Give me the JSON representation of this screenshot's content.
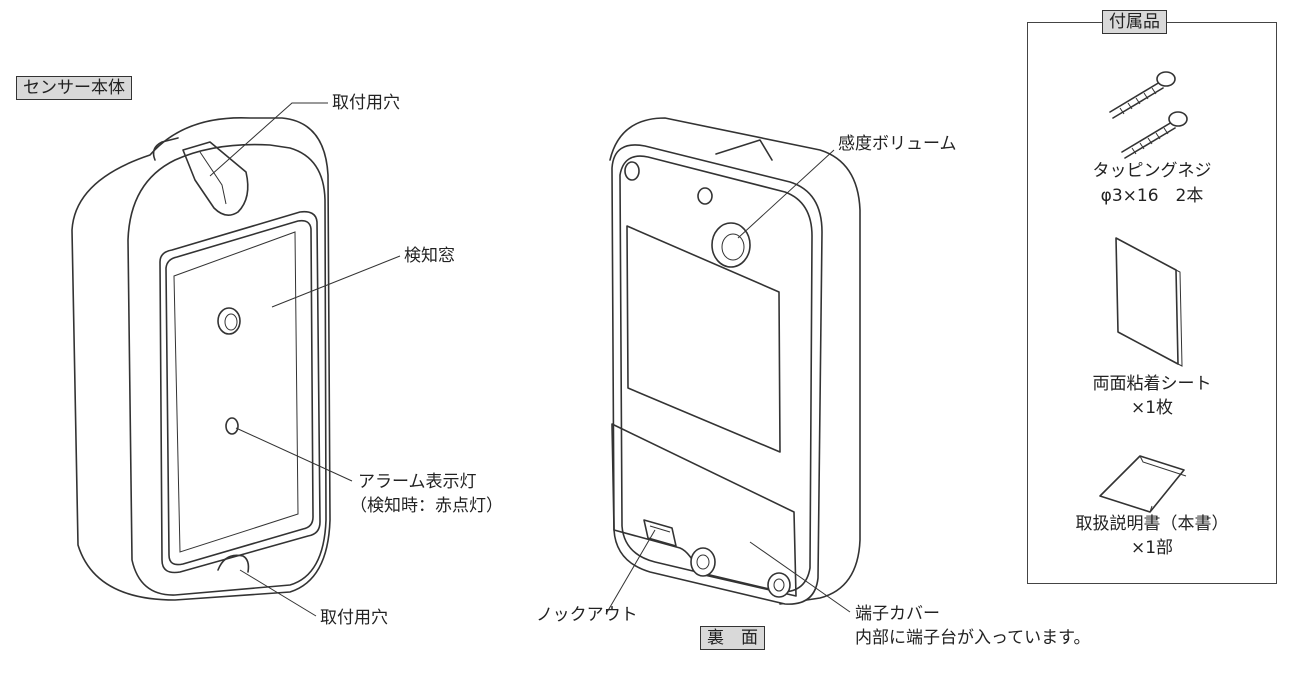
{
  "front": {
    "title": "センサー本体",
    "labels": {
      "mount_hole_top": "取付用穴",
      "detection_window": "検知窓",
      "alarm_led_line1": "アラーム表示灯",
      "alarm_led_line2": "（検知時：赤点灯）",
      "mount_hole_bottom": "取付用穴"
    }
  },
  "back": {
    "title": "裏　面",
    "labels": {
      "sensitivity_volume": "感度ボリューム",
      "knockout": "ノックアウト",
      "terminal_cover_line1": "端子カバー",
      "terminal_cover_line2": "内部に端子台が入っています。"
    }
  },
  "accessories": {
    "title": "付属品",
    "screws_line1": "タッピングネジ",
    "screws_line2": "φ3×16　2本",
    "tape_line1": "両面粘着シート",
    "tape_line2": "×1枚",
    "manual_line1": "取扱説明書（本書）",
    "manual_line2": "×1部"
  }
}
